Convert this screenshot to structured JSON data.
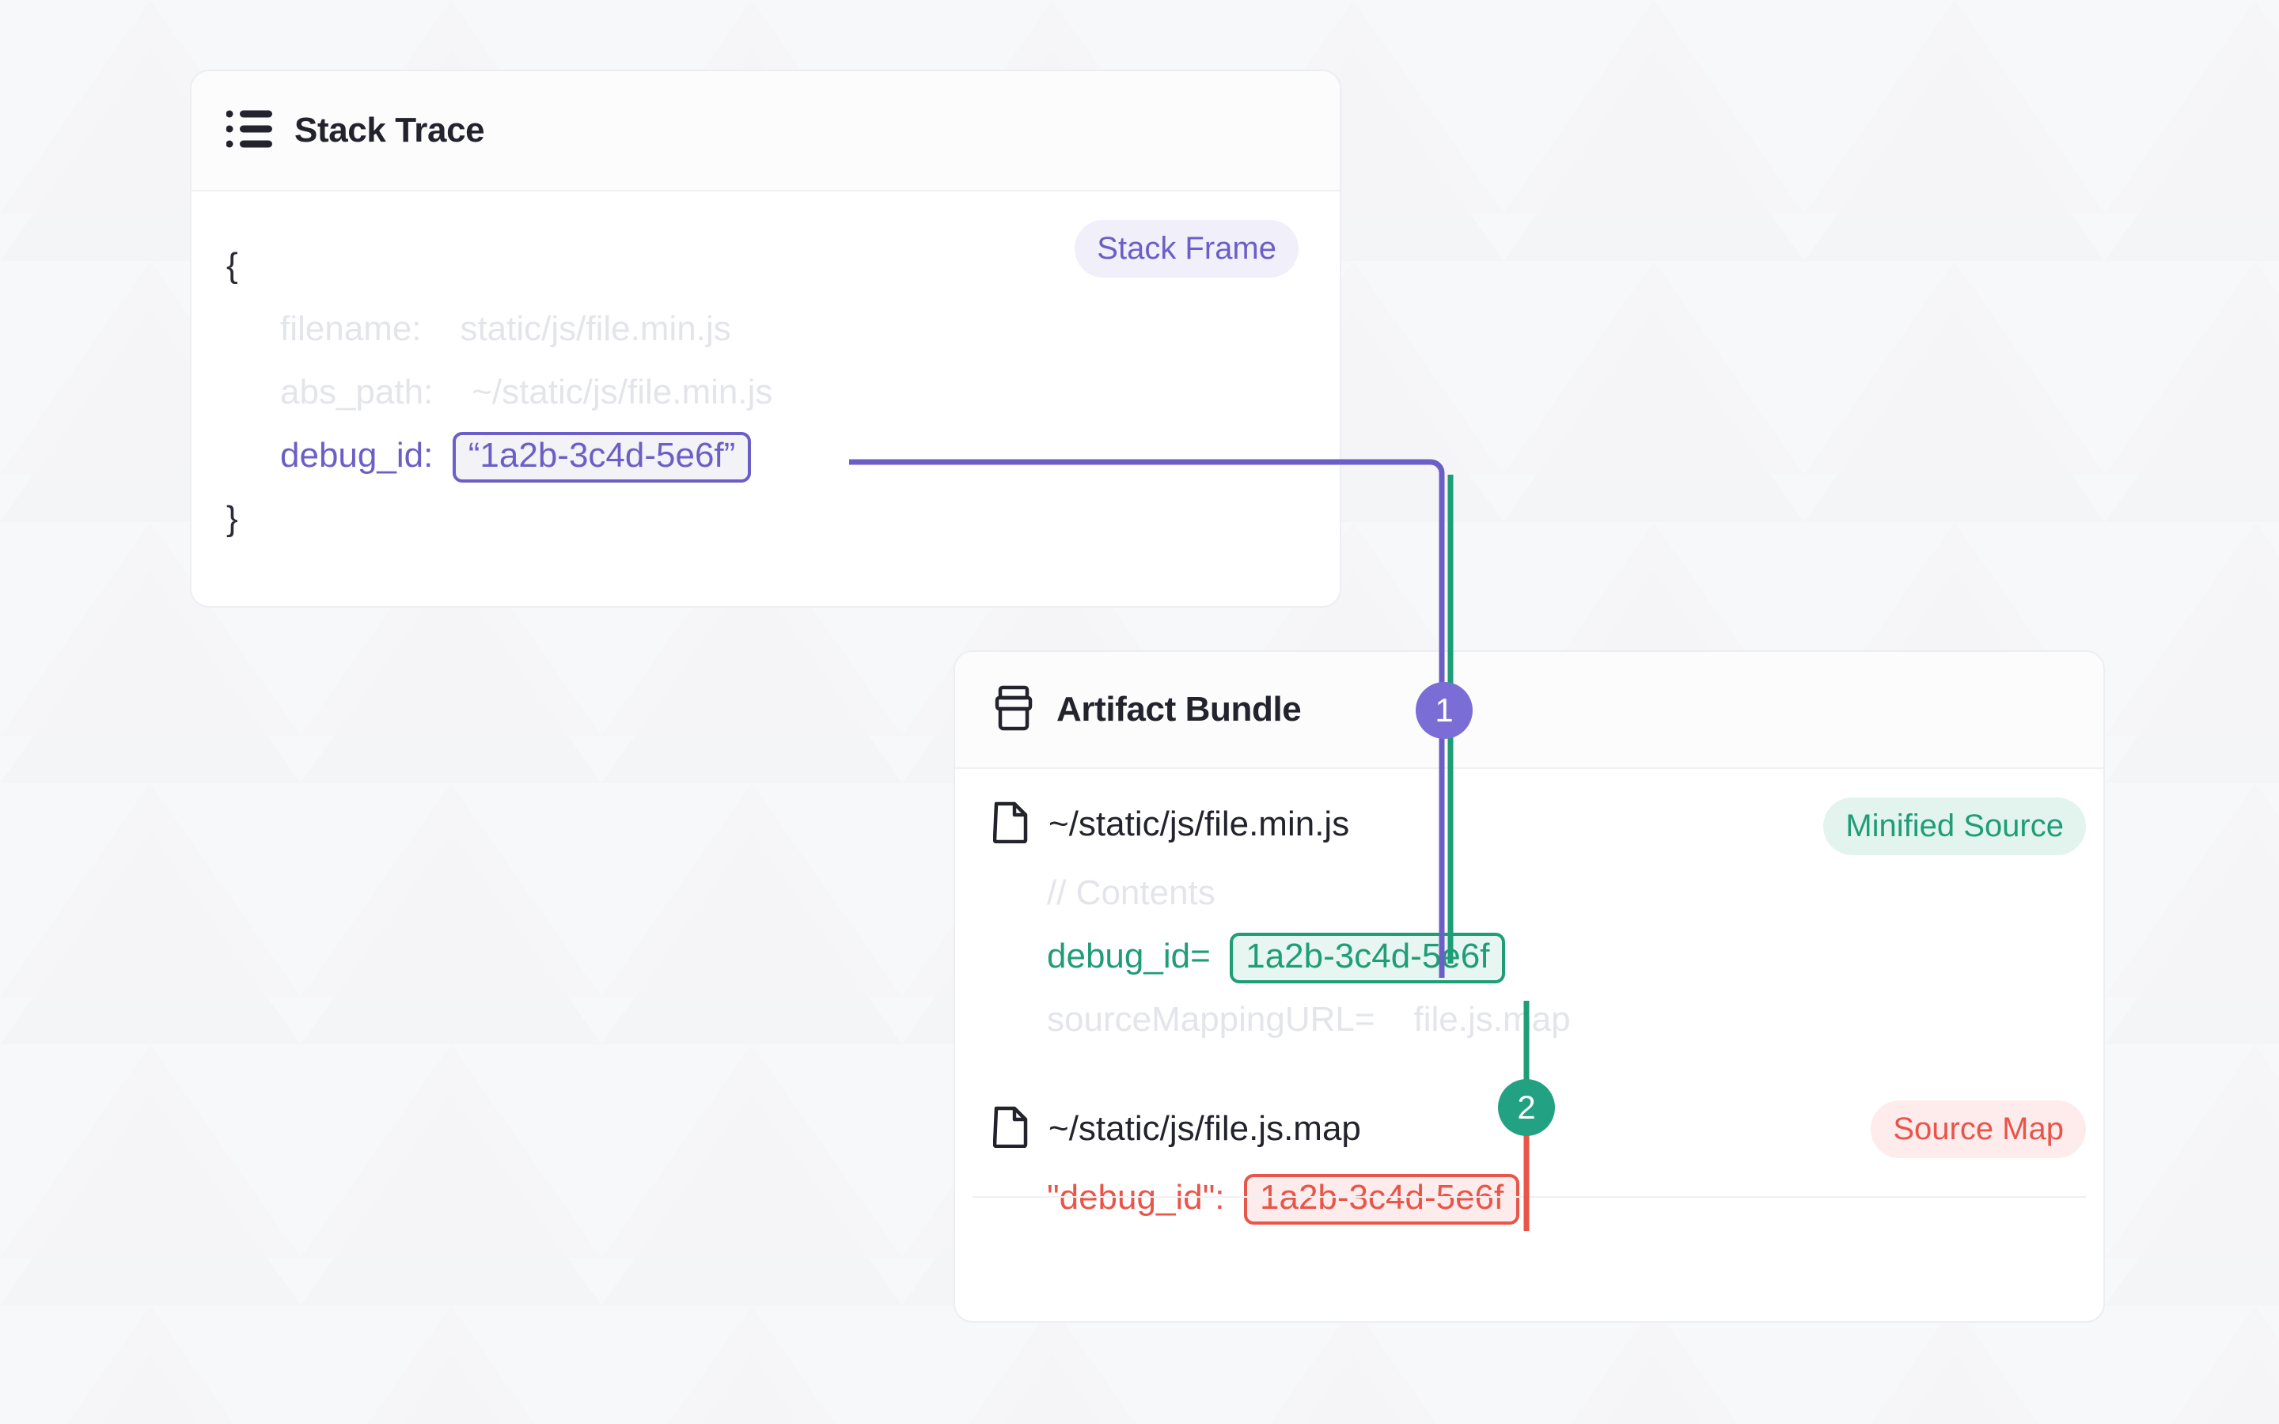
{
  "colors": {
    "background": "#f7f8fa",
    "card_bg": "#ffffff",
    "card_border": "#eceef1",
    "purple": "#6b5fc7",
    "purple_badge": "#7a6ed6",
    "green": "#1f9d76",
    "green_badge": "#23a183",
    "red": "#e8554a",
    "muted": "#e3e5ea",
    "text": "#23232d"
  },
  "stack_trace_card": {
    "title": "Stack Trace",
    "icon": "list-icon",
    "badge": {
      "label": "Stack Frame",
      "color": "#6b5fc7"
    },
    "lines": {
      "open_brace": "{",
      "close_brace": "}",
      "filename_key": "filename:",
      "filename_value": "static/js/file.min.js",
      "abs_path_key": "abs_path:",
      "abs_path_value": "~/static/js/file.min.js",
      "debug_id_key": "debug_id:",
      "debug_id_value": "“1a2b-3c4d-5e6f”"
    }
  },
  "artifact_bundle_card": {
    "title": "Artifact Bundle",
    "icon": "archive-box-icon",
    "files": [
      {
        "name": "~/static/js/file.min.js",
        "icon": "file-icon",
        "badge": {
          "label": "Minified Source",
          "color": "#1f9d76"
        },
        "lines": {
          "contents_comment": "// Contents",
          "debug_id_key": "debug_id=",
          "debug_id_value": "1a2b-3c4d-5e6f",
          "source_mapping_key": "sourceMappingURL=",
          "source_mapping_value": "file.js.map"
        }
      },
      {
        "name": "~/static/js/file.js.map",
        "icon": "file-icon",
        "badge": {
          "label": "Source Map",
          "color": "#e8554a"
        },
        "lines": {
          "debug_id_key": "\"debug_id\":",
          "debug_id_value": "1a2b-3c4d-5e6f"
        }
      }
    ]
  },
  "connectors": [
    {
      "step": "1",
      "from": "stack-trace debug_id",
      "to": "minified source debug_id",
      "badge_color": "#7a6ed6",
      "line_colors": [
        "#6b5fc7",
        "#1f9d76"
      ]
    },
    {
      "step": "2",
      "from": "minified source debug_id",
      "to": "source map debug_id",
      "badge_color": "#23a183",
      "line_colors": [
        "#1f9d76",
        "#e8554a"
      ]
    }
  ]
}
